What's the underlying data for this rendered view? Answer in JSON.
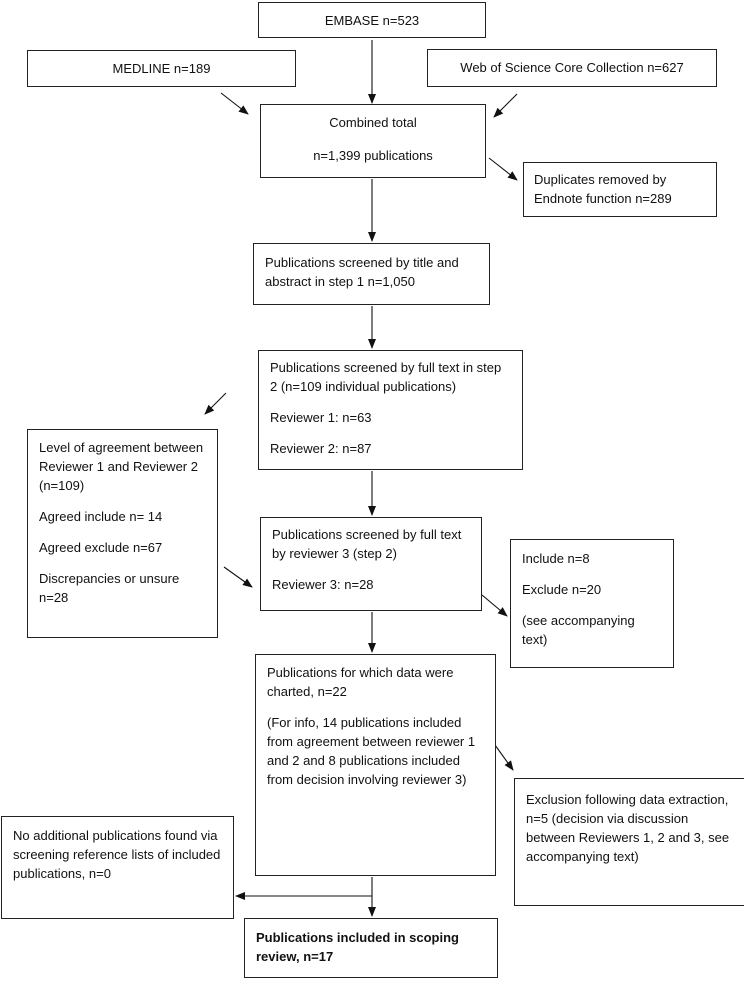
{
  "boxes": {
    "embase": "EMBASE n=523",
    "medline": "MEDLINE n=189",
    "wos": "Web of Science Core Collection n=627",
    "combined": [
      "Combined total",
      "n=1,399 publications"
    ],
    "duplicates": "Duplicates removed by Endnote function n=289",
    "title_abstract": "Publications screened by title and abstract in step 1 n=1,050",
    "full_text": [
      "Publications screened by full text in step 2 (n=109 individual publications)",
      "Reviewer 1: n=63",
      "Reviewer 2: n=87"
    ],
    "agreement": [
      "Level of agreement between Reviewer 1 and Reviewer 2 (n=109)",
      "Agreed include n= 14",
      "Agreed exclude n=67",
      "Discrepancies or unsure n=28"
    ],
    "reviewer3": [
      "Publications screened by full text by reviewer 3 (step 2)",
      "Reviewer 3: n=28"
    ],
    "reviewer3_outcome": [
      "Include n=8",
      "Exclude n=20",
      "(see accompanying text)"
    ],
    "charted": [
      "Publications for which data were charted, n=22",
      "(For info, 14 publications included from agreement between reviewer 1 and 2 and 8 publications included from decision involving reviewer 3)"
    ],
    "exclusion": "Exclusion following data extraction, n=5 (decision via discussion between Reviewers 1, 2 and 3, see accompanying text)",
    "reference_lists": "No additional publications found via screening reference lists of included publications, n=0",
    "included": "Publications included in scoping review, n=17"
  }
}
